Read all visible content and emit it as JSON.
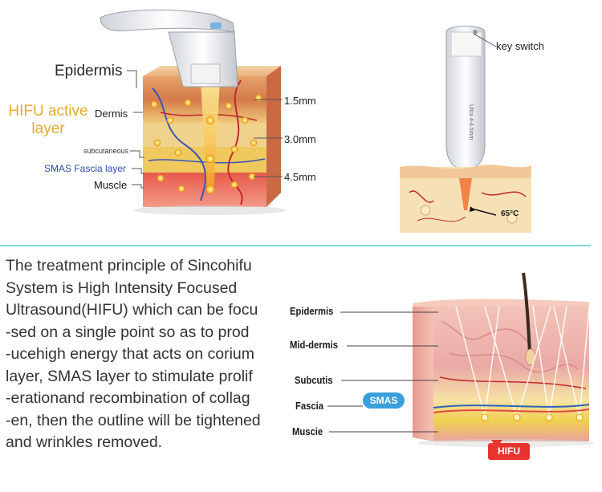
{
  "top_left": {
    "epidermis": "Epidermis",
    "hifu_active_line1": "HIFU active",
    "hifu_active_line2": "layer",
    "dermis": "Dermis",
    "subcutaneous": "subcutaneous",
    "smas": "SMAS Fascia layer",
    "muscle": "Muscle",
    "depth_1": "1.5mm",
    "depth_2": "3.0mm",
    "depth_3": "4.5mm"
  },
  "top_right": {
    "key_switch": "key switch",
    "temperature": "65°C",
    "cartridge_label": "Ultra 4-4.5mm"
  },
  "description": {
    "lines": [
      "The treatment principle of Sincohifu",
      "System is High Intensity Focused",
      "Ultrasound(HIFU) which can be focu",
      "-sed on a single point so as to prod",
      "-ucehigh energy that acts on corium",
      "layer, SMAS layer to stimulate prolif",
      "-erationand recombination of collag",
      "-en, then the outline will be tightened",
      "and wrinkles removed."
    ]
  },
  "bottom_right": {
    "epidermis": "Epidermis",
    "mid_dermis": "Mid-dermis",
    "subcutis": "Subcutis",
    "fascia": "Fascia",
    "muscie": "Muscie",
    "smas_badge": "SMAS",
    "hifu_badge": "HIFU"
  },
  "colors": {
    "hifu_gold": "#e8a92c",
    "smas_blue": "#2b4fa8",
    "divider": "#7fd6d6",
    "badge_blue": "#3aa0dc",
    "badge_red": "#e8342e"
  },
  "icons": [
    "hifu-handpiece-icon",
    "hifu-cartridge-icon",
    "skin-cross-section-icon"
  ]
}
